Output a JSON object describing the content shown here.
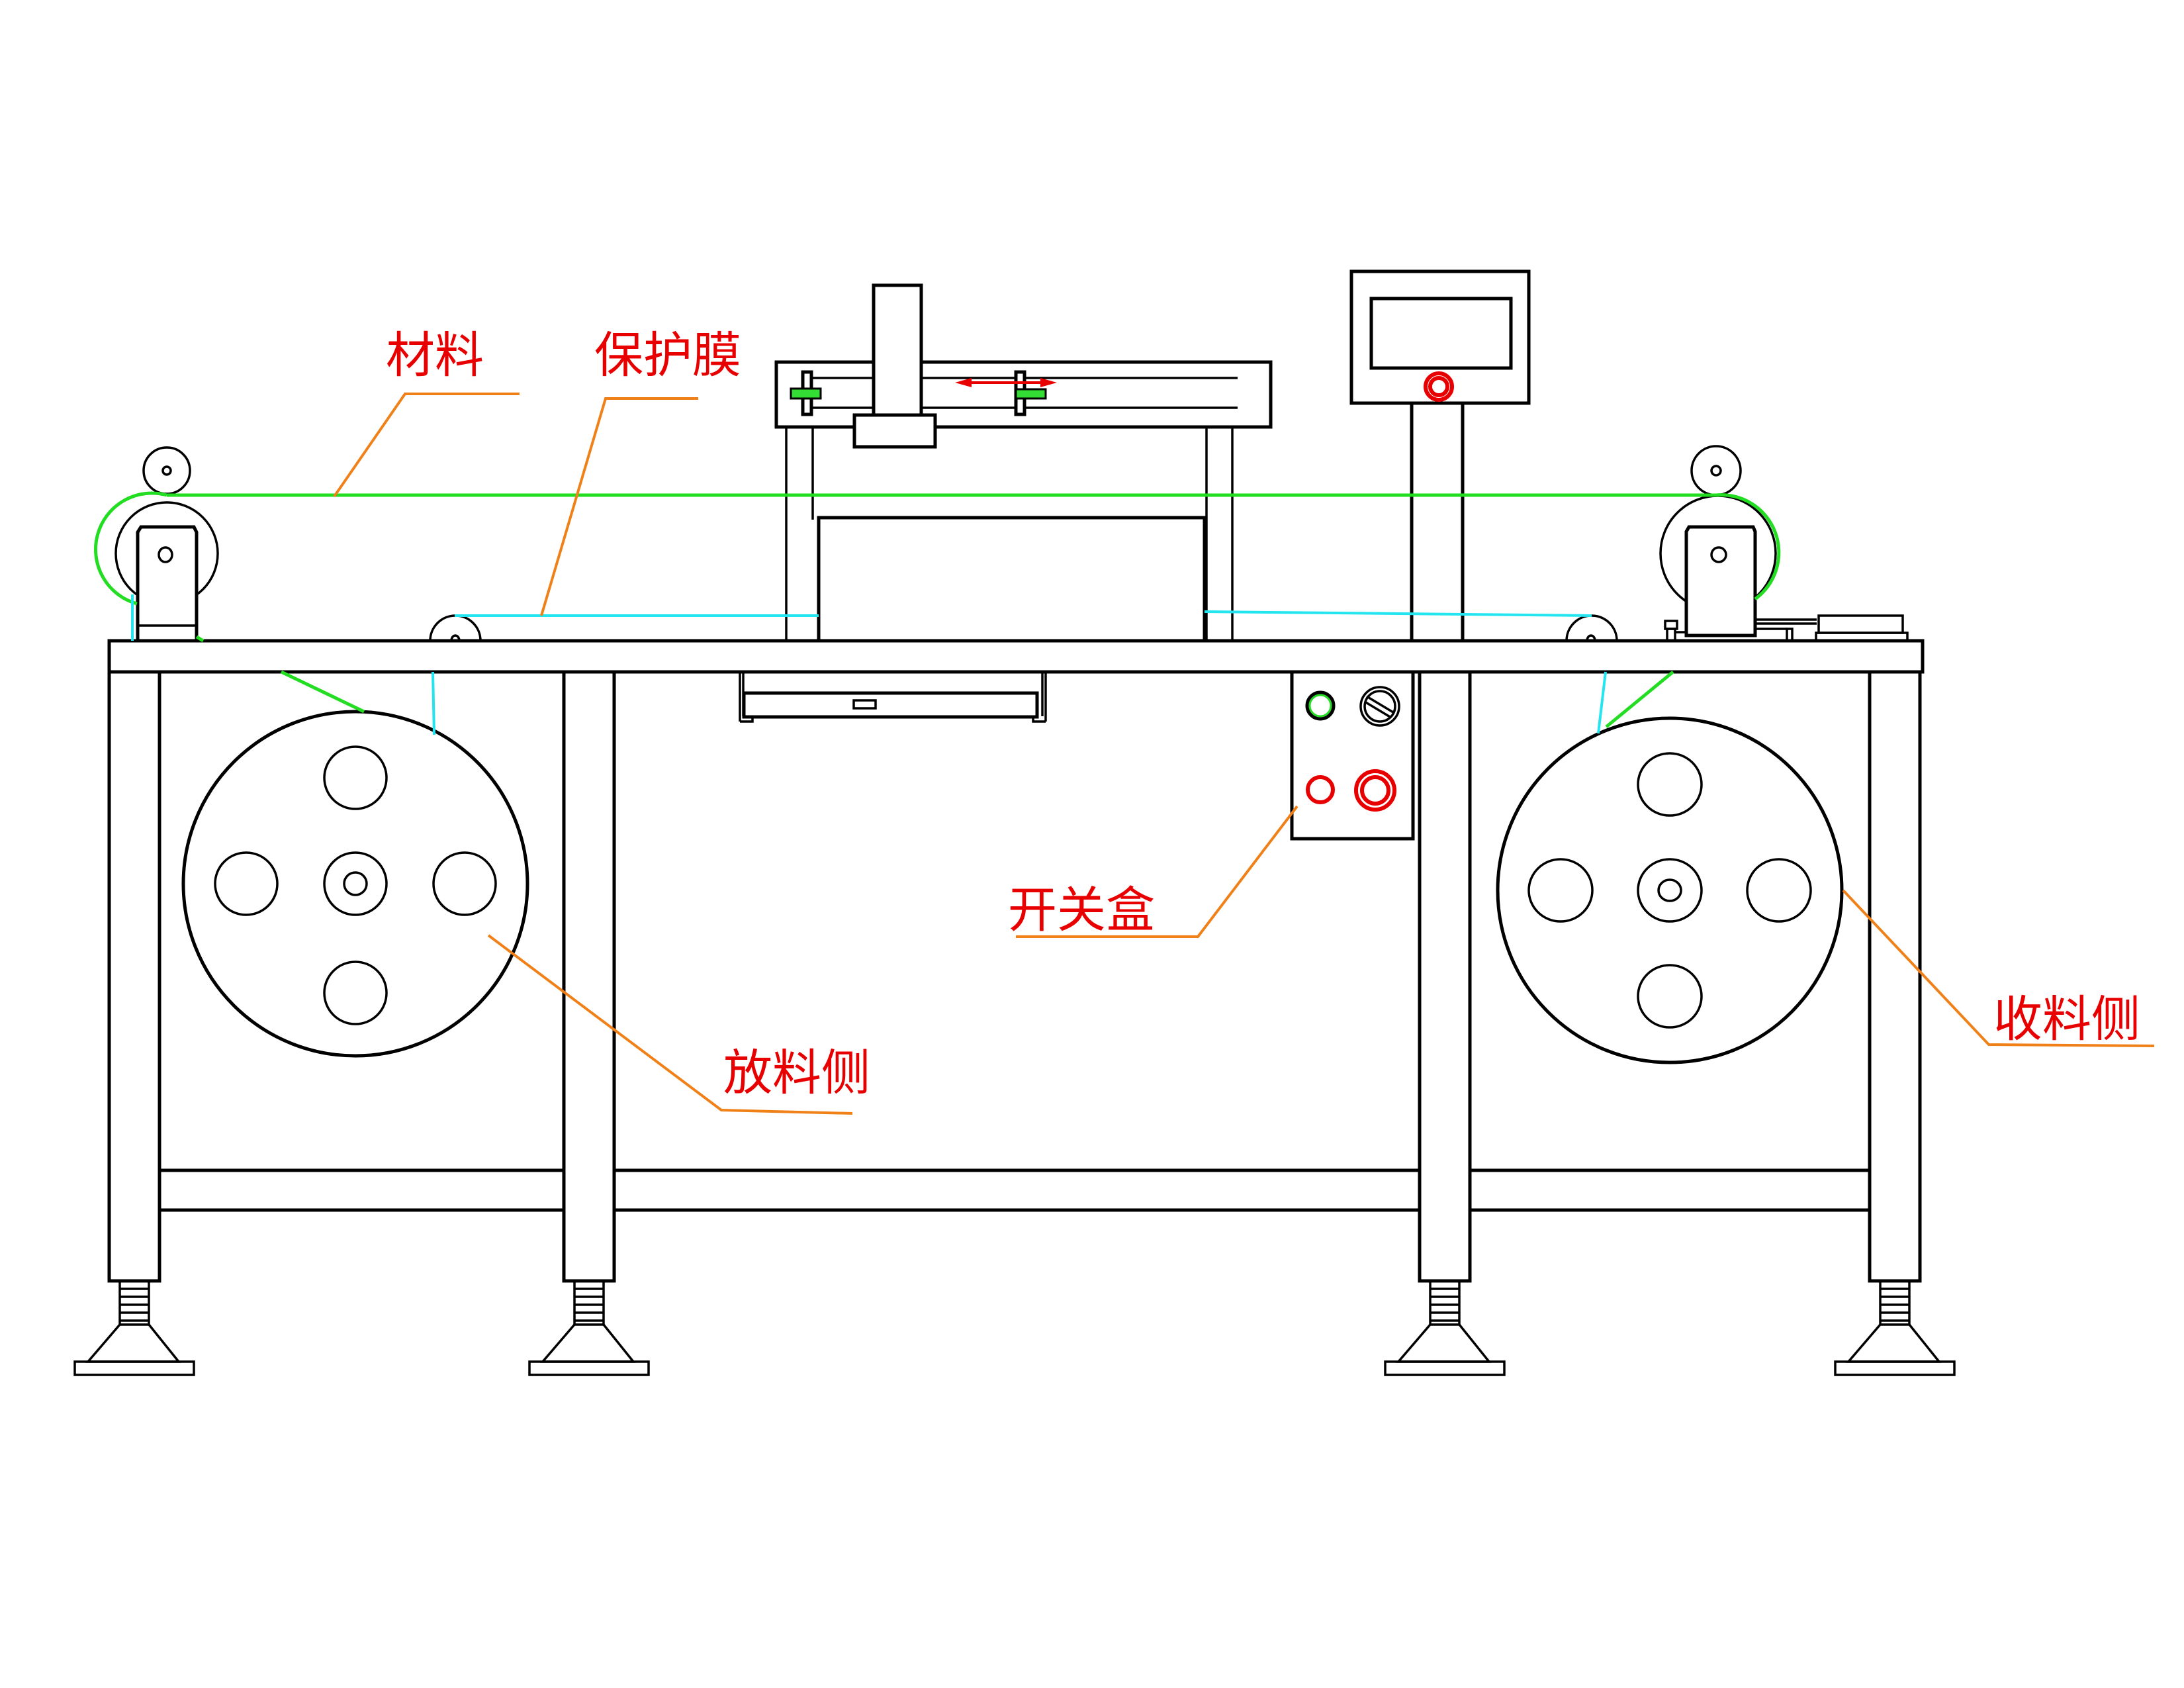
{
  "diagram": {
    "title": "覆膜机 结构示意图",
    "labels": {
      "material": "材料",
      "protective_film": "保护膜",
      "switch_box": "开关盒",
      "unwind_side": "放料侧",
      "rewind_side": "收料侧"
    },
    "components": [
      "unwind reel",
      "rewind reel",
      "pinch rollers (left/right)",
      "film guide rollers",
      "gantry press head with slide rail",
      "HMI touch screen on post",
      "switch box with indicator lamps and selector",
      "press platen",
      "drawer tray",
      "frame with adjustable leveling feet"
    ],
    "colors": {
      "outline": "#000000",
      "material_path": "#22dd22",
      "film_path": "#22e5f0",
      "leader_lines": "#f08018",
      "label_text": "#e80000",
      "indicator_green": "#22dd22",
      "indicator_red": "#e80000"
    },
    "annotations": {
      "slide_direction": "double-arrow (horizontal travel)"
    }
  }
}
